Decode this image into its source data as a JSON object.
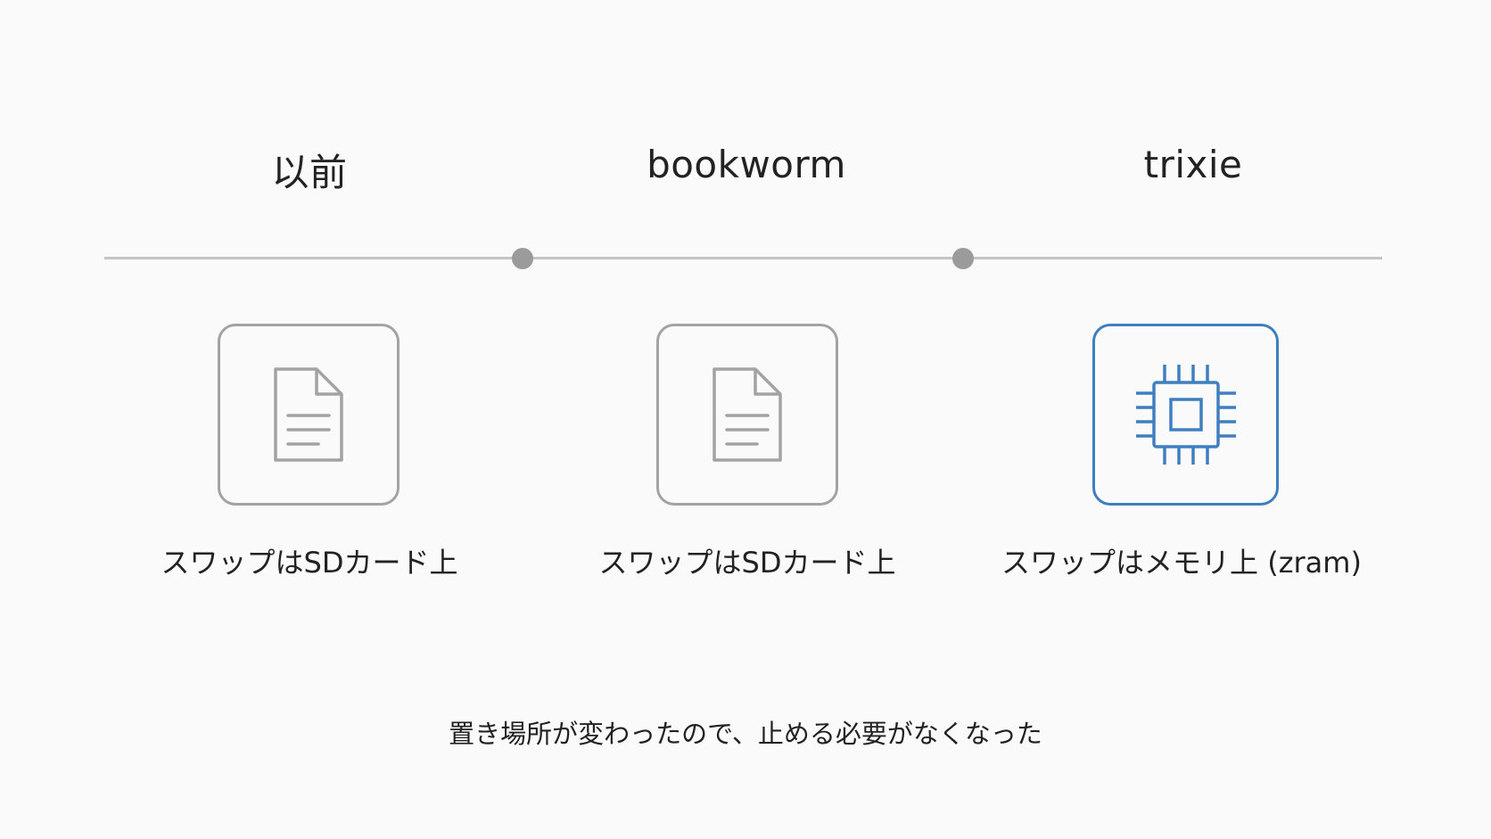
{
  "timeline": {
    "stages": [
      {
        "title": "以前",
        "icon": "document-icon",
        "caption": "スワップはSDカード上"
      },
      {
        "title": "bookworm",
        "icon": "document-icon",
        "caption": "スワップはSDカード上"
      },
      {
        "title": "trixie",
        "icon": "memory-chip-icon",
        "caption": "スワップはメモリ上 (zram)"
      }
    ]
  },
  "conclusion": "置き場所が変わったので、止める必要がなくなった",
  "colors": {
    "background": "#fafafa",
    "line": "#c4c4c4",
    "dot": "#9b9b9b",
    "inactive_icon": "#a3a3a3",
    "active_icon": "#3f7fbf",
    "text": "#222222"
  }
}
